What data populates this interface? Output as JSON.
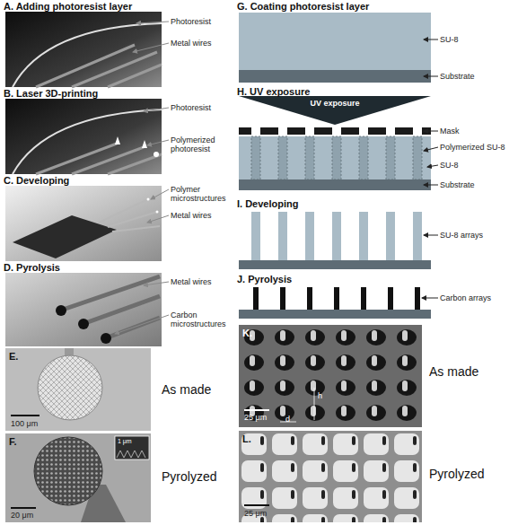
{
  "diagram": {
    "nodes": [
      {
        "text": [
          "A. Adding photoresist layer"
        ]
      },
      {
        "text": [
          "B. Laser 3D-printing"
        ]
      },
      {
        "text": [
          "C. Developing"
        ]
      },
      {
        "text": [
          "D. Pyrolysis"
        ]
      },
      {
        "text": [
          "E.",
          "As made"
        ]
      },
      {
        "text": [
          "F.",
          "Pyrolyzed"
        ]
      },
      {
        "text": [
          "G. Coating photoresist layer"
        ]
      },
      {
        "text": [
          "H. UV exposure"
        ]
      },
      {
        "text": [
          "I. Developing"
        ]
      },
      {
        "text": [
          "J. Pyrolysis"
        ]
      },
      {
        "text": [
          "K.",
          "As made"
        ]
      },
      {
        "text": [
          "L.",
          "Pyrolyzed"
        ]
      }
    ],
    "labels": [
      "Photoresist",
      "Metal wires",
      "Photoresist",
      "Polymerized photoresist",
      "Polymer microstructures",
      "Metal wires",
      "Metal wires",
      "Carbon microstructures",
      "100 μm",
      "20 μm",
      "1 μm",
      "SU-8",
      "Substrate",
      "UV exposure",
      "Mask",
      "Polymerized SU-8",
      "SU-8",
      "Substrate",
      "SU-8 arrays",
      "Carbon arrays",
      "25 μm",
      "d",
      "h",
      "25 μm"
    ]
  }
}
